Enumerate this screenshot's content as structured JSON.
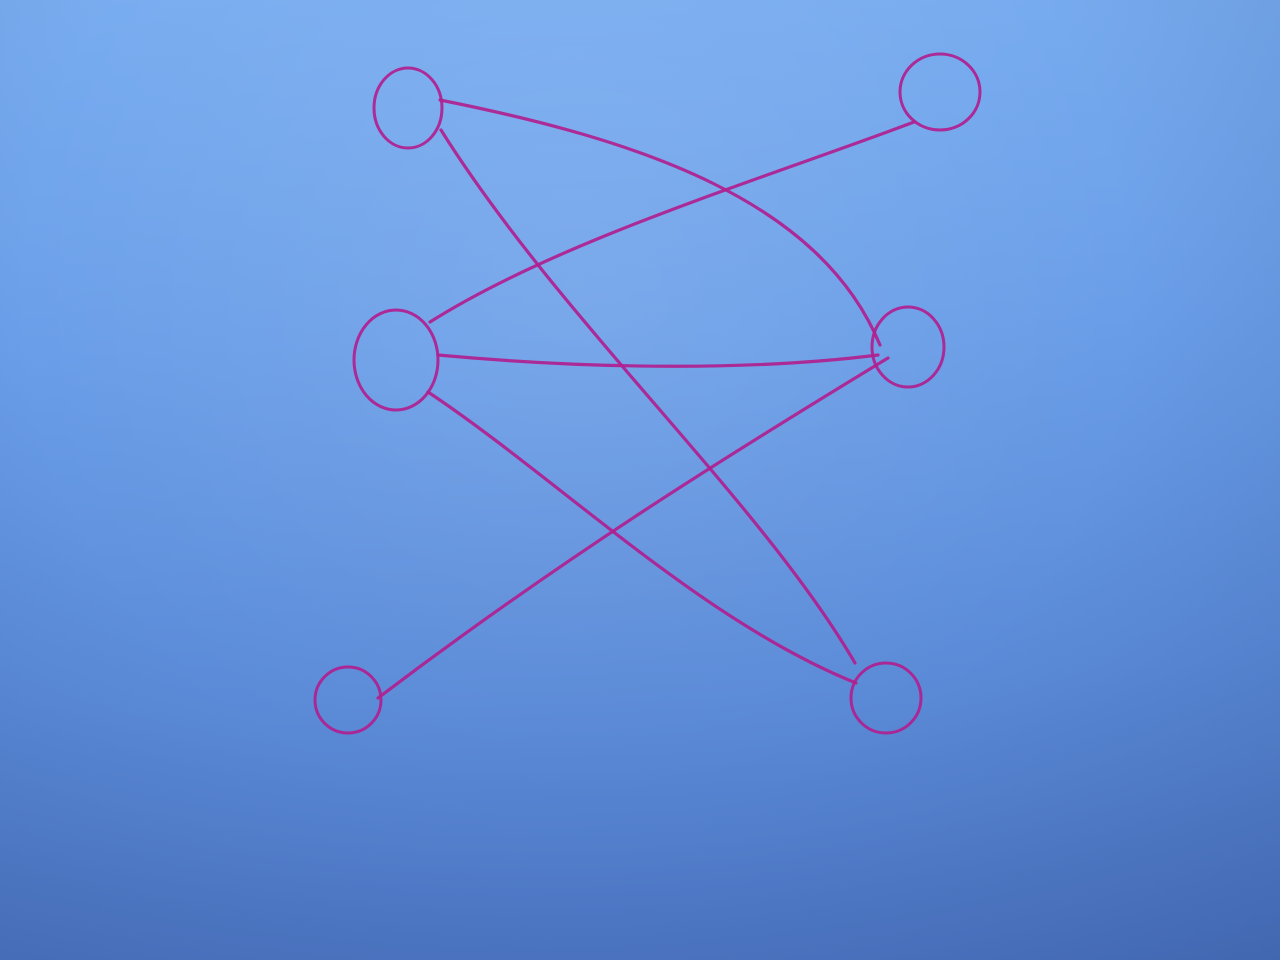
{
  "diagram": {
    "kind": "bipartite-graph",
    "ink_color": "#b0208f",
    "paper_color": "#6a9ee8",
    "left_nodes": [
      "L1",
      "L2",
      "L3"
    ],
    "right_nodes": [
      "R1",
      "R2",
      "R3"
    ],
    "edges": [
      {
        "from": "L1",
        "to": "R2"
      },
      {
        "from": "L1",
        "to": "R3"
      },
      {
        "from": "L2",
        "to": "R1"
      },
      {
        "from": "L2",
        "to": "R2"
      },
      {
        "from": "L2",
        "to": "R3"
      },
      {
        "from": "L3",
        "to": "R2"
      }
    ]
  }
}
